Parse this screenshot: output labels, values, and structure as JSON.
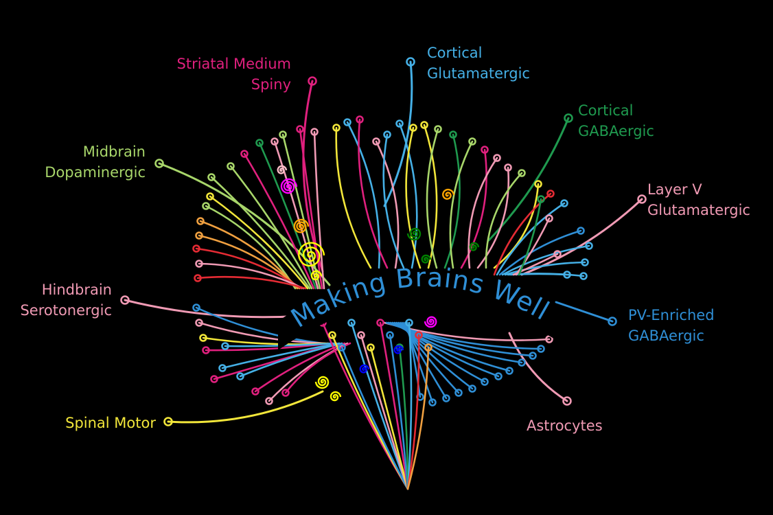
{
  "title": "Making Brains Well",
  "colors": {
    "background": "#000000",
    "pink": "#f09ab4",
    "magenta": "#e0207e",
    "blue": "#2f8fd6",
    "lightblue": "#45b0e6",
    "green": "#1f9a4f",
    "lime": "#a8d66a",
    "yellow": "#f2e63a",
    "orange": "#f0a040",
    "red": "#e52b34"
  },
  "labels": [
    {
      "key": "striatal",
      "color": "magenta",
      "lines": [
        "Striatal Medium",
        "Spiny"
      ]
    },
    {
      "key": "cortical_glut",
      "color": "lightblue",
      "lines": [
        "Cortical",
        "Glutamatergic"
      ]
    },
    {
      "key": "cortical_gaba",
      "color": "green",
      "lines": [
        "Cortical",
        "GABAergic"
      ]
    },
    {
      "key": "midbrain",
      "color": "lime",
      "lines": [
        "Midbrain",
        "Dopaminergic"
      ]
    },
    {
      "key": "layerv",
      "color": "pink",
      "lines": [
        "Layer V",
        "Glutamatergic"
      ]
    },
    {
      "key": "hindbrain",
      "color": "pink",
      "lines": [
        "Hindbrain",
        "Serotonergic"
      ]
    },
    {
      "key": "pv",
      "color": "blue",
      "lines": [
        "PV-Enriched",
        "GABAergic"
      ]
    },
    {
      "key": "spinal",
      "color": "yellow",
      "lines": [
        "Spinal Motor"
      ]
    },
    {
      "key": "astro",
      "color": "pink",
      "lines": [
        "Astrocytes"
      ]
    }
  ]
}
